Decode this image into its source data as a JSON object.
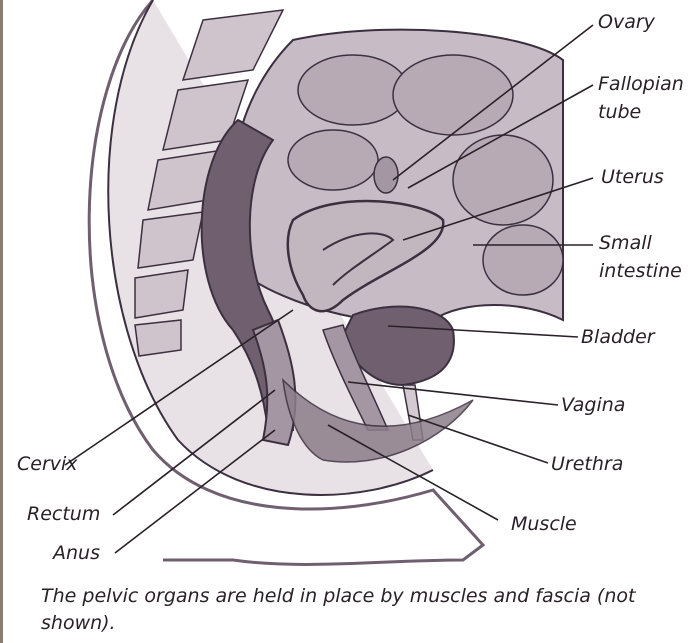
{
  "labels": {
    "ovary": "Ovary",
    "fallopian_tube_1": "Fallopian",
    "fallopian_tube_2": "tube",
    "uterus": "Uterus",
    "small_intestine_1": "Small",
    "small_intestine_2": "intestine",
    "bladder": "Bladder",
    "vagina": "Vagina",
    "urethra": "Urethra",
    "muscle": "Muscle",
    "cervix": "Cervix",
    "rectum": "Rectum",
    "anus": "Anus"
  },
  "caption": "The pelvic organs are held in place by muscles and fascia (not shown).",
  "colors": {
    "tissue_dark": "#6f5f6f",
    "tissue_mid": "#a596a3",
    "tissue_light": "#d4cbd2",
    "outline": "#3c3040",
    "leader": "#2a2128",
    "frame": "#8b7d72"
  }
}
